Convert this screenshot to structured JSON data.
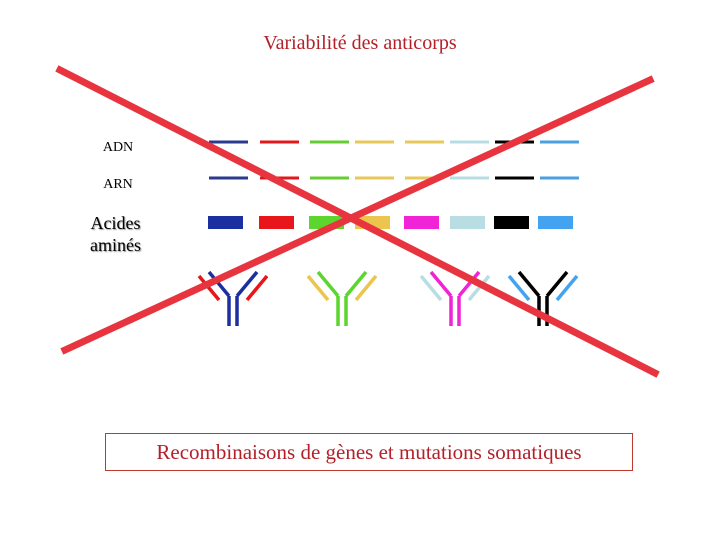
{
  "title": "Variabilité des anticorps",
  "labels": {
    "dna": "ADN",
    "rna": "ARN",
    "amino_acids_line1": "Acides",
    "amino_acids_line2": "aminés"
  },
  "caption": "Recombinaisons de gènes et mutations somatiques",
  "segment_colors": [
    "#2b3a8f",
    "#e0191e",
    "#66cc33",
    "#e8c85a",
    "#e8c85a",
    "#b7dde3",
    "#000000",
    "#4aa0e0"
  ],
  "block_colors": [
    "#1a2fa0",
    "#e8151b",
    "#5cd62e",
    "#ecc54e",
    "#f023d6",
    "#b8dde3",
    "#000000",
    "#43a3f0"
  ],
  "antibodies": [
    {
      "stem": "#1a2fa0",
      "left_arm": "#1a2fa0",
      "left_tip": "#e8151b",
      "right_arm": "#1a2fa0",
      "right_tip": "#e8151b"
    },
    {
      "stem": "#5cd62e",
      "left_arm": "#5cd62e",
      "left_tip": "#ecc54e",
      "right_arm": "#5cd62e",
      "right_tip": "#ecc54e"
    },
    {
      "stem": "#f023d6",
      "left_arm": "#f023d6",
      "left_tip": "#b8dde3",
      "right_arm": "#f023d6",
      "right_tip": "#b8dde3"
    },
    {
      "stem": "#000000",
      "left_arm": "#000000",
      "left_tip": "#43a3f0",
      "right_arm": "#000000",
      "right_tip": "#43a3f0"
    }
  ],
  "cross_color": "#e8343f"
}
